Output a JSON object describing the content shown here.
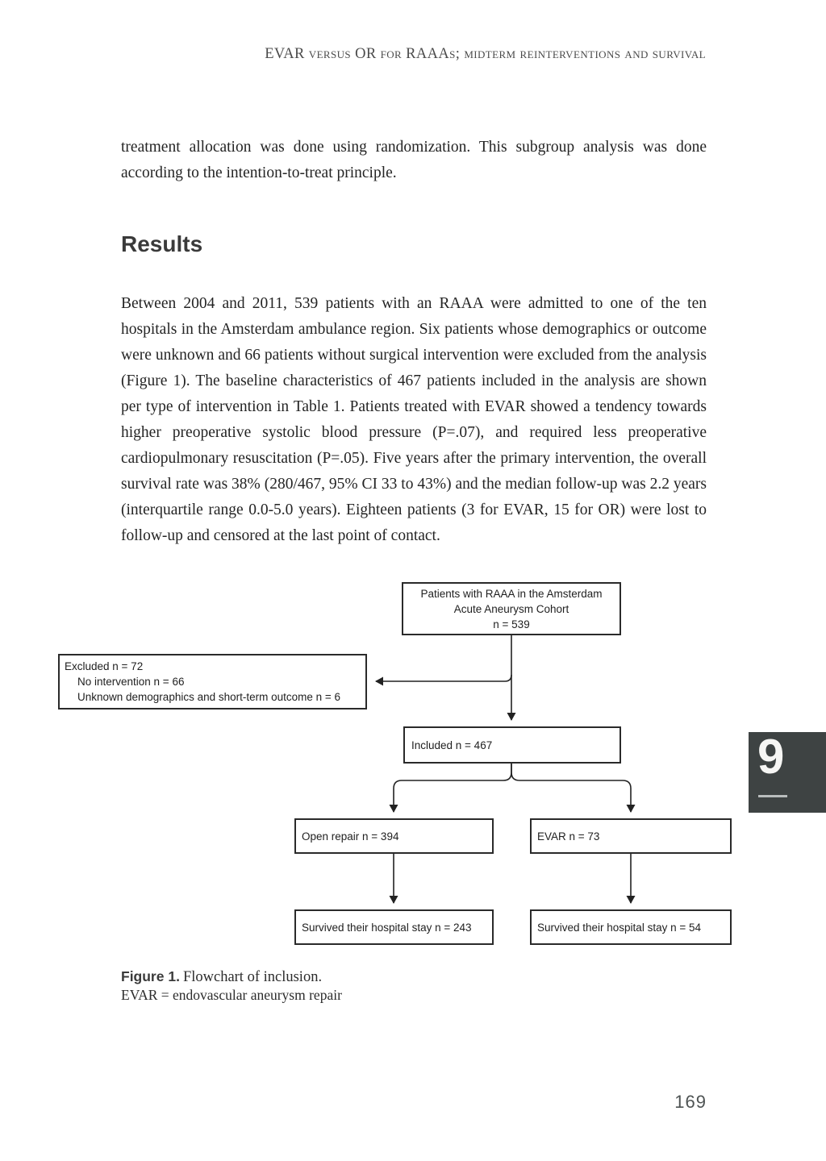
{
  "page": {
    "running_head": "EVAR versus OR for RAAAs; midterm reinterventions and survival",
    "page_number": "169",
    "chapter_number": "9"
  },
  "intro_paragraph": "treatment allocation was done using randomization. This subgroup analysis was done according to the intention-to-treat principle.",
  "results": {
    "heading": "Results",
    "paragraph": "Between 2004 and 2011, 539 patients with an RAAA were admitted to one of the ten hospitals in the Amsterdam ambulance region. Six patients whose demographics or outcome were unknown and 66 patients without surgical intervention were excluded from the analysis (Figure 1). The baseline characteristics of 467 patients included in the analysis are shown per type of intervention in Table 1. Patients treated with EVAR showed a tendency towards higher preoperative systolic blood pressure (P=.07), and required less preoperative cardiopulmonary resuscitation (P=.05). Five years after the primary intervention, the overall survival rate was 38% (280/467, 95% CI 33 to 43%) and the median follow-up was 2.2 years (interquartile range 0.0-5.0 years). Eighteen patients (3 for EVAR, 15 for OR) were lost to follow-up and censored at the last point of contact."
  },
  "flowchart": {
    "top_box": {
      "line1": "Patients with RAAA in the Amsterdam",
      "line2": "Acute Aneurysm Cohort",
      "line3": "n = 539"
    },
    "excluded_box": {
      "line1": "Excluded n = 72",
      "line2": "No intervention n = 66",
      "line3": "Unknown demographics and short-term outcome n = 6"
    },
    "included_box": "Included n = 467",
    "open_repair_box": "Open repair n = 394",
    "evar_box": "EVAR n = 73",
    "survived_open_box": "Survived their hospital stay n = 243",
    "survived_evar_box": "Survived their hospital stay n = 54"
  },
  "caption": {
    "label": "Figure 1.",
    "title": "Flowchart of inclusion.",
    "note": "EVAR = endovascular aneurysm repair"
  },
  "colors": {
    "chapter_tab_bg": "#3e4343",
    "body_text": "#242424",
    "running_head_text": "#4b4b4b",
    "flowchart_line": "#222222",
    "chapter_tab_text": "#f6f6f4"
  }
}
